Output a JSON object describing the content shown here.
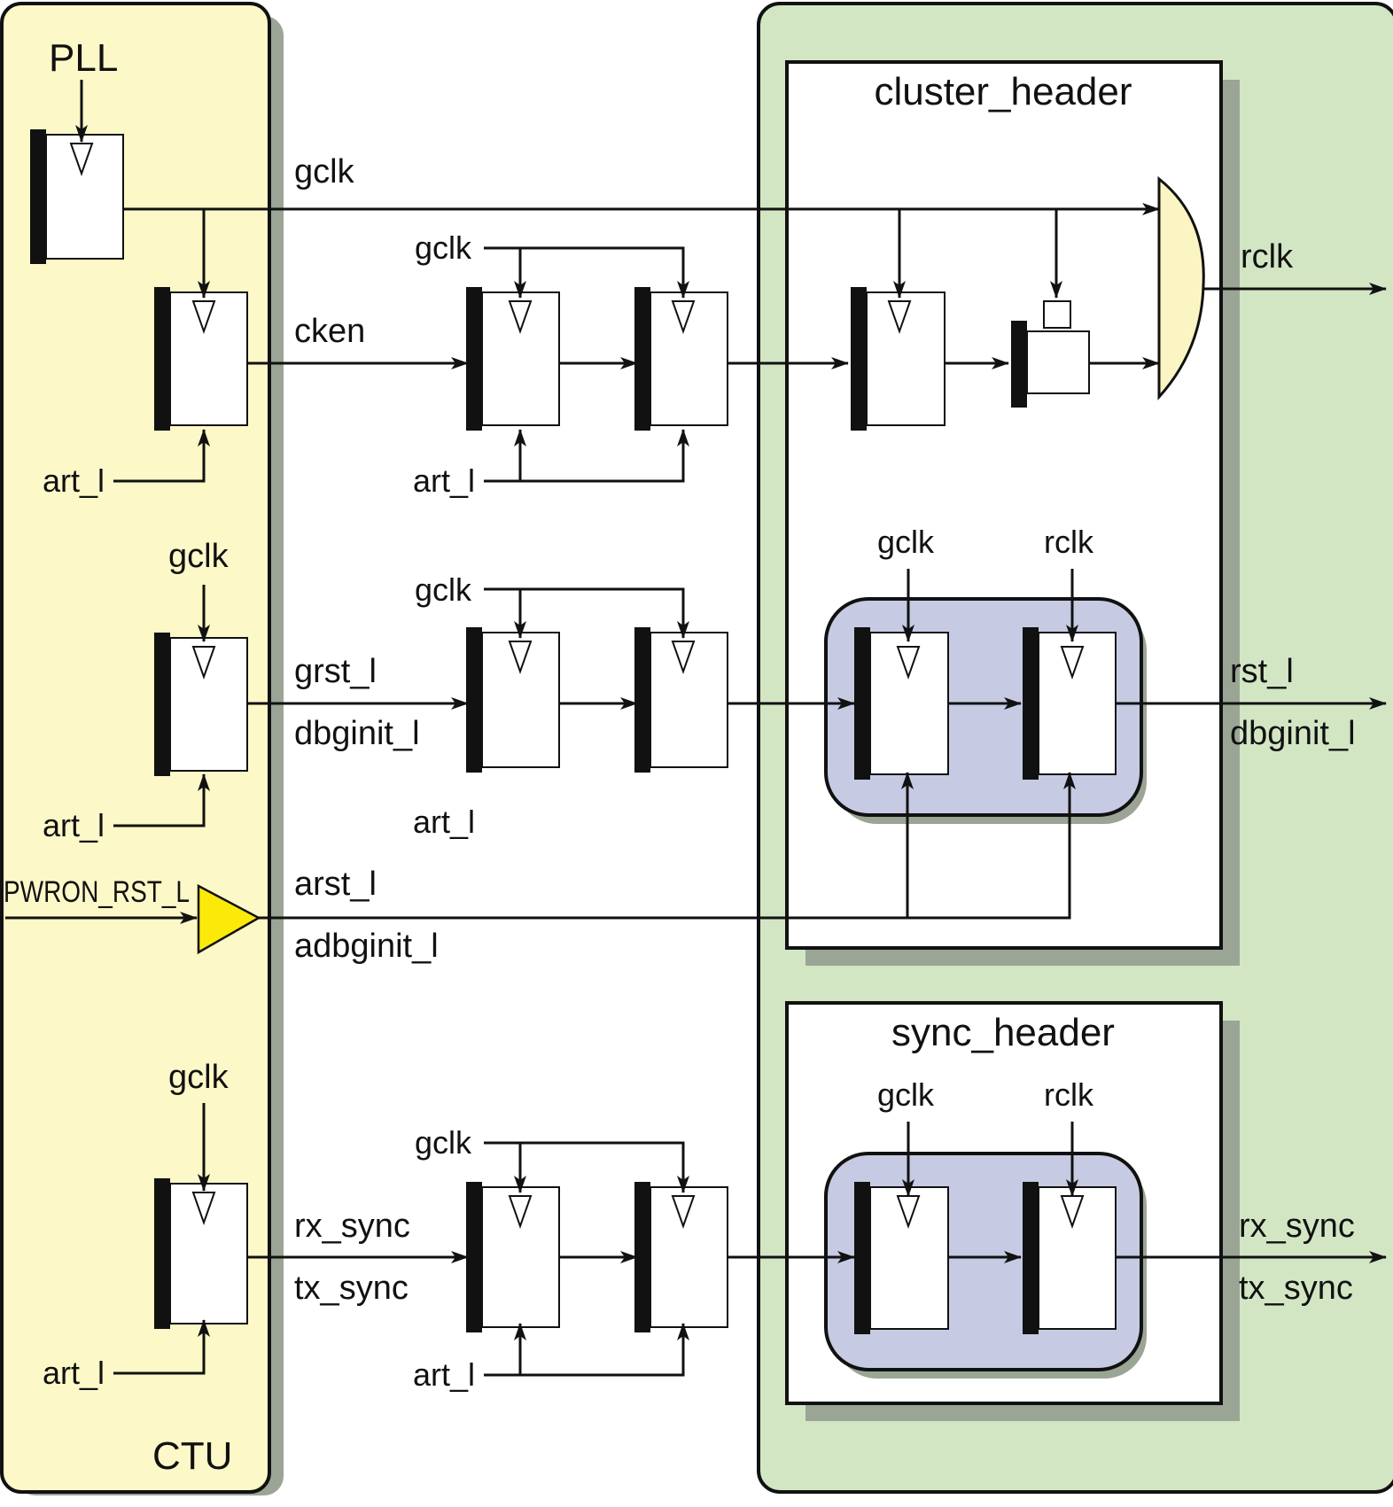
{
  "colors": {
    "ctu_bg": "#fdf8c8",
    "cluster_bg": "#d2e6c4",
    "header_bg": "#ffffff",
    "sync_group_bg": "#c6cbe3",
    "or_gate": "#fbf5c4",
    "buffer": "#fbe90a",
    "shadow": "#9aa596",
    "stroke": "#111111"
  },
  "labels": {
    "pll": "PLL",
    "ctu": "CTU",
    "cluster_header": "cluster_header",
    "sync_header": "sync_header",
    "gclk": "gclk",
    "cken": "cken",
    "rclk": "rclk",
    "art_l": "art_l",
    "grst_l": "grst_l",
    "dbginit_l": "dbginit_l",
    "rst_l": "rst_l",
    "pwron_rst_l": "PWRON_RST_L",
    "arst_l": "arst_l",
    "adbginit_l": "adbginit_l",
    "rx_sync": "rx_sync",
    "tx_sync": "tx_sync"
  },
  "icons": {
    "flip_flop": "flip-flop-icon",
    "or_gate": "or-gate-icon",
    "buffer": "buffer-icon",
    "arrowhead": "arrowhead-icon"
  }
}
